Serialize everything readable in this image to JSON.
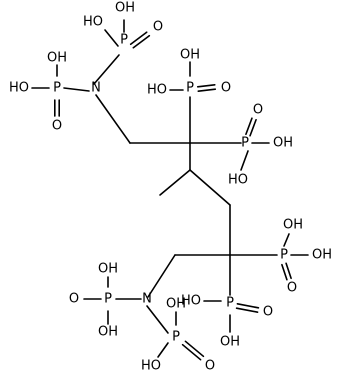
{
  "labels": {
    "P": "P",
    "N": "N",
    "OH": "OH",
    "HO": "HO",
    "O": "O"
  },
  "colors": {
    "ink": "#000000",
    "background": "#ffffff"
  }
}
